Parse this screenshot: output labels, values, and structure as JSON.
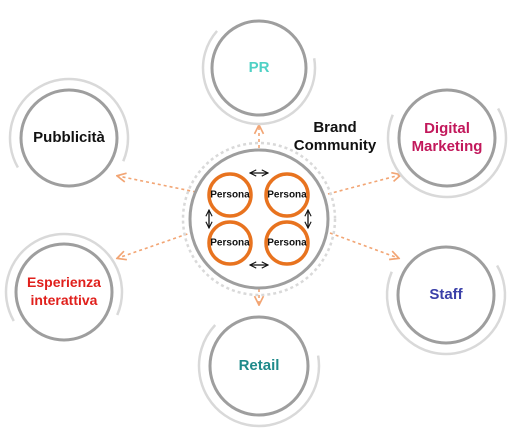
{
  "center": {
    "title_line1": "Brand",
    "title_line2": "Community",
    "members": [
      "Persona",
      "Persona",
      "Persona",
      "Persona"
    ],
    "ring_color": "#e8731f"
  },
  "nodes": [
    {
      "id": "pr",
      "label_lines": [
        "PR"
      ],
      "color": "#4fd1c5"
    },
    {
      "id": "pubblicita",
      "label_lines": [
        "Pubblicità"
      ],
      "color": "#111111"
    },
    {
      "id": "digital-marketing",
      "label_lines": [
        "Digital",
        "Marketing"
      ],
      "color": "#c2185b"
    },
    {
      "id": "esperienza-interattiva",
      "label_lines": [
        "Esperienza",
        "interattiva"
      ],
      "color": "#e0201c"
    },
    {
      "id": "staff",
      "label_lines": [
        "Staff"
      ],
      "color": "#3a3fa8"
    },
    {
      "id": "retail",
      "label_lines": [
        "Retail"
      ],
      "color": "#1f8a8a"
    }
  ],
  "colors": {
    "connector": "#f2a574",
    "circle_stroke": "#9e9e9e",
    "outer_ring": "#d9d9d9"
  }
}
